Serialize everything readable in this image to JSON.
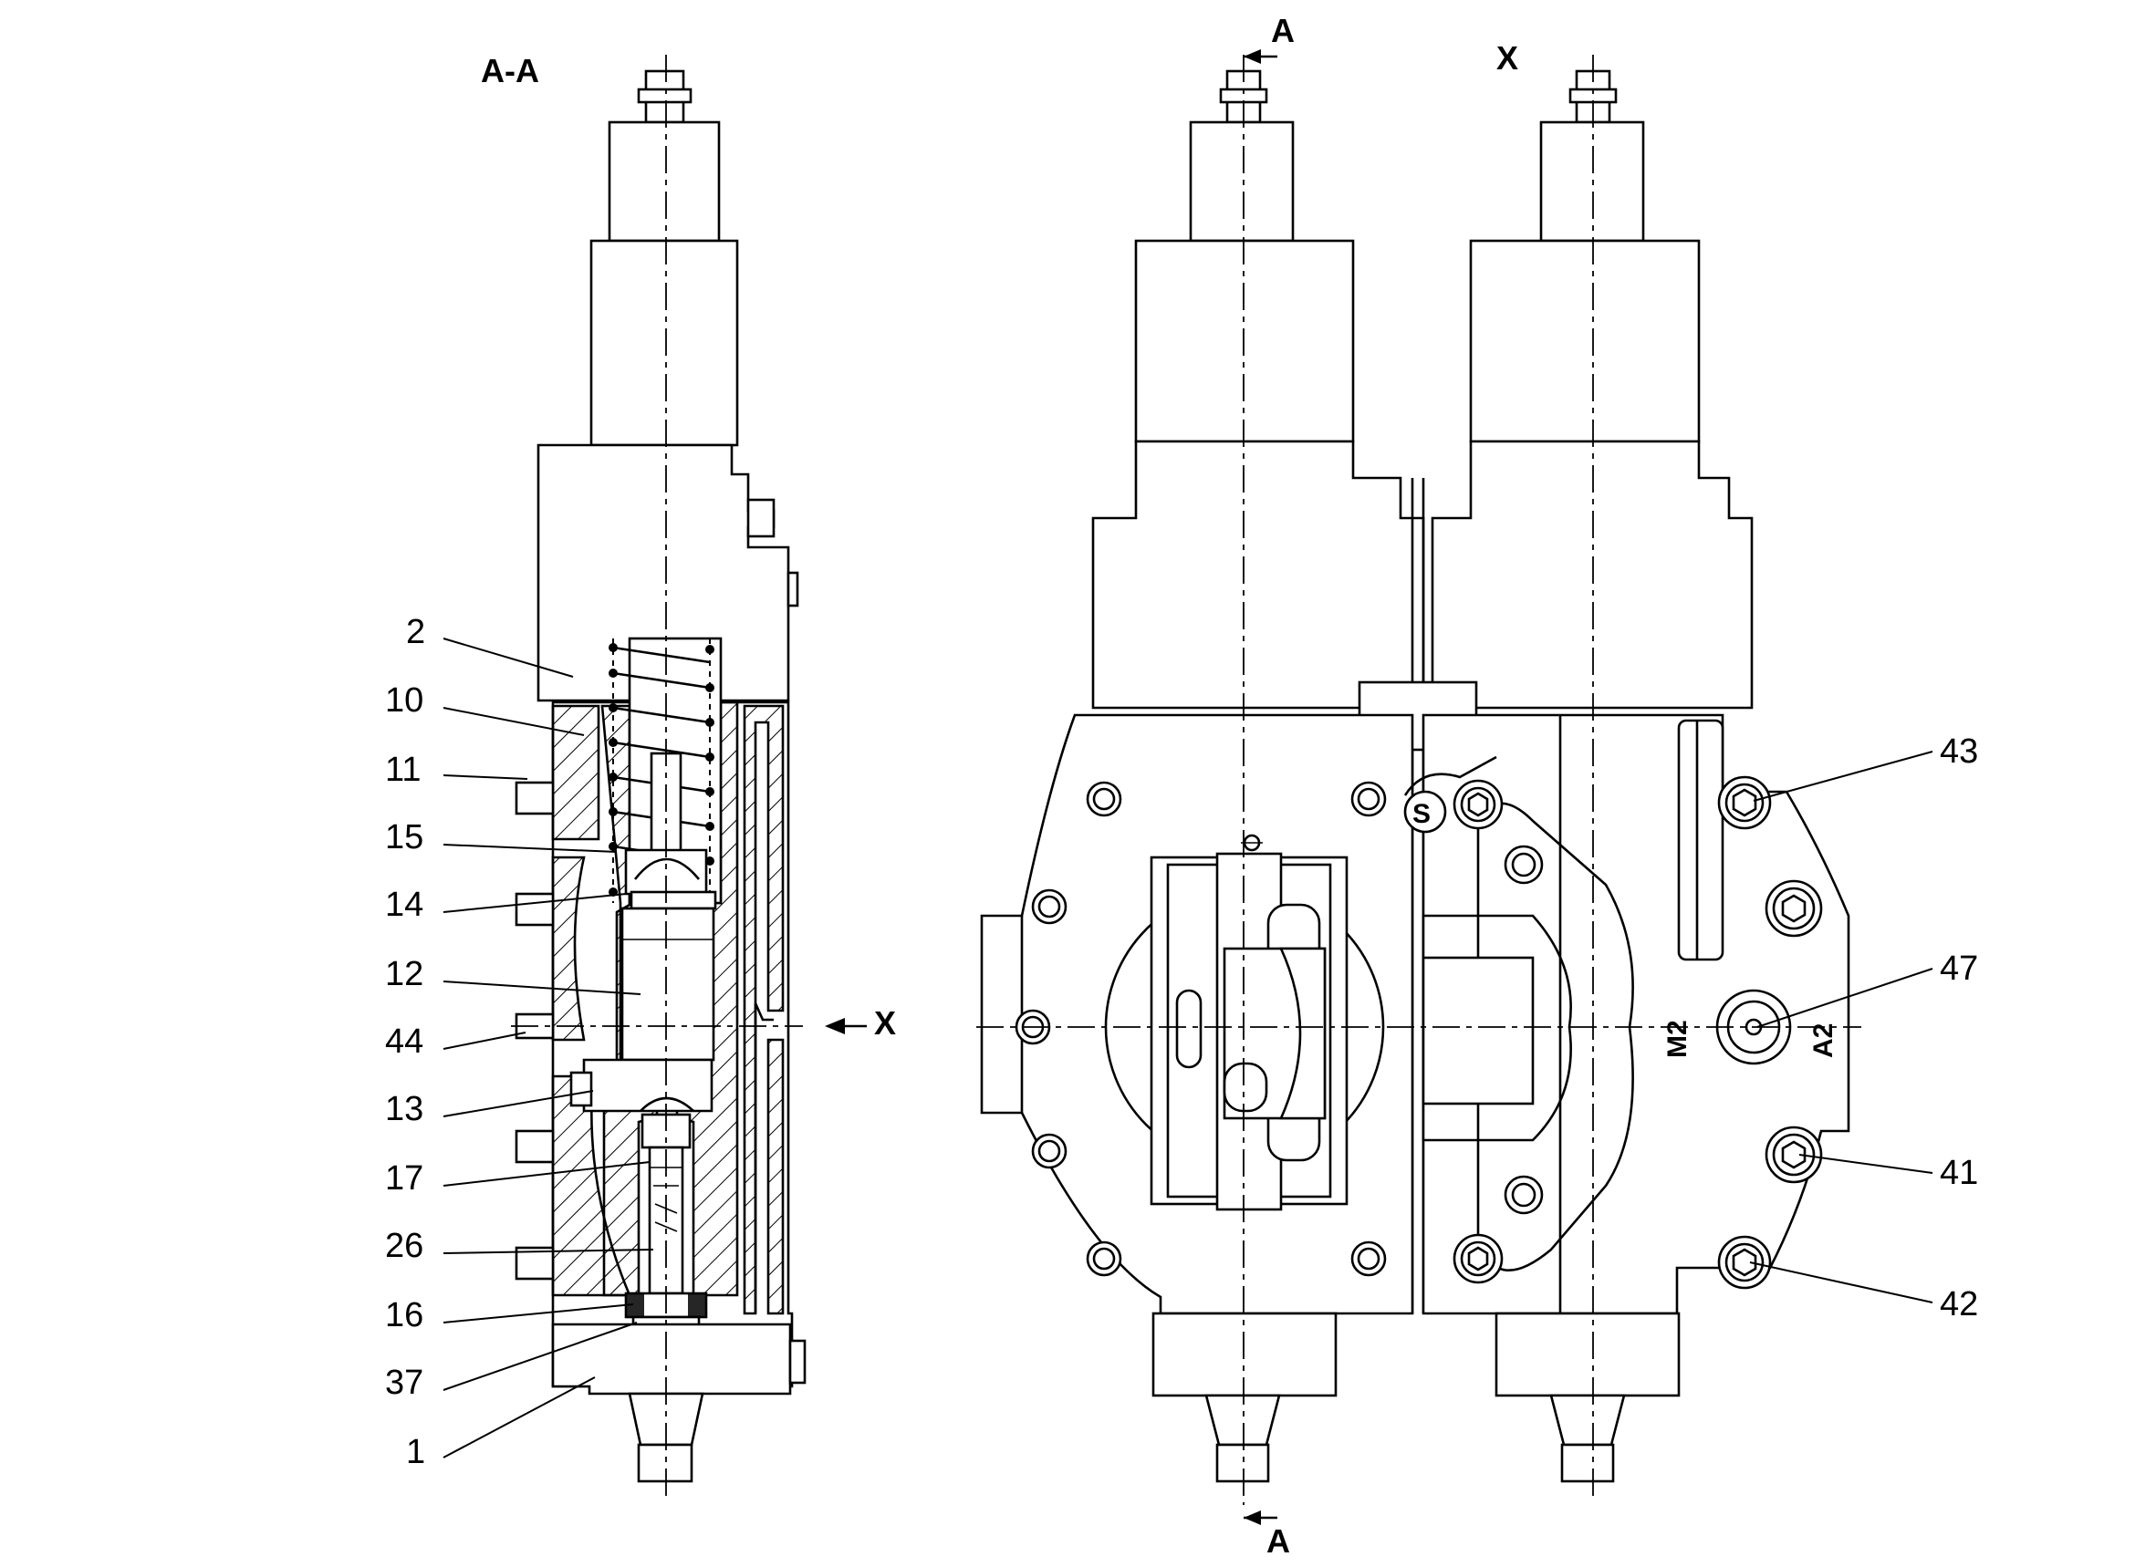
{
  "views": {
    "section_title": "A-A",
    "view_title": "X"
  },
  "section_marks": {
    "top": "A",
    "bottom": "A",
    "view_arrow": "X"
  },
  "port_labels": {
    "s": "S",
    "m2": "M2",
    "a2": "A2"
  },
  "left_callouts": [
    "2",
    "10",
    "11",
    "15",
    "14",
    "12",
    "44",
    "13",
    "17",
    "26",
    "16",
    "37",
    "1"
  ],
  "right_callouts": [
    "43",
    "47",
    "41",
    "42"
  ]
}
